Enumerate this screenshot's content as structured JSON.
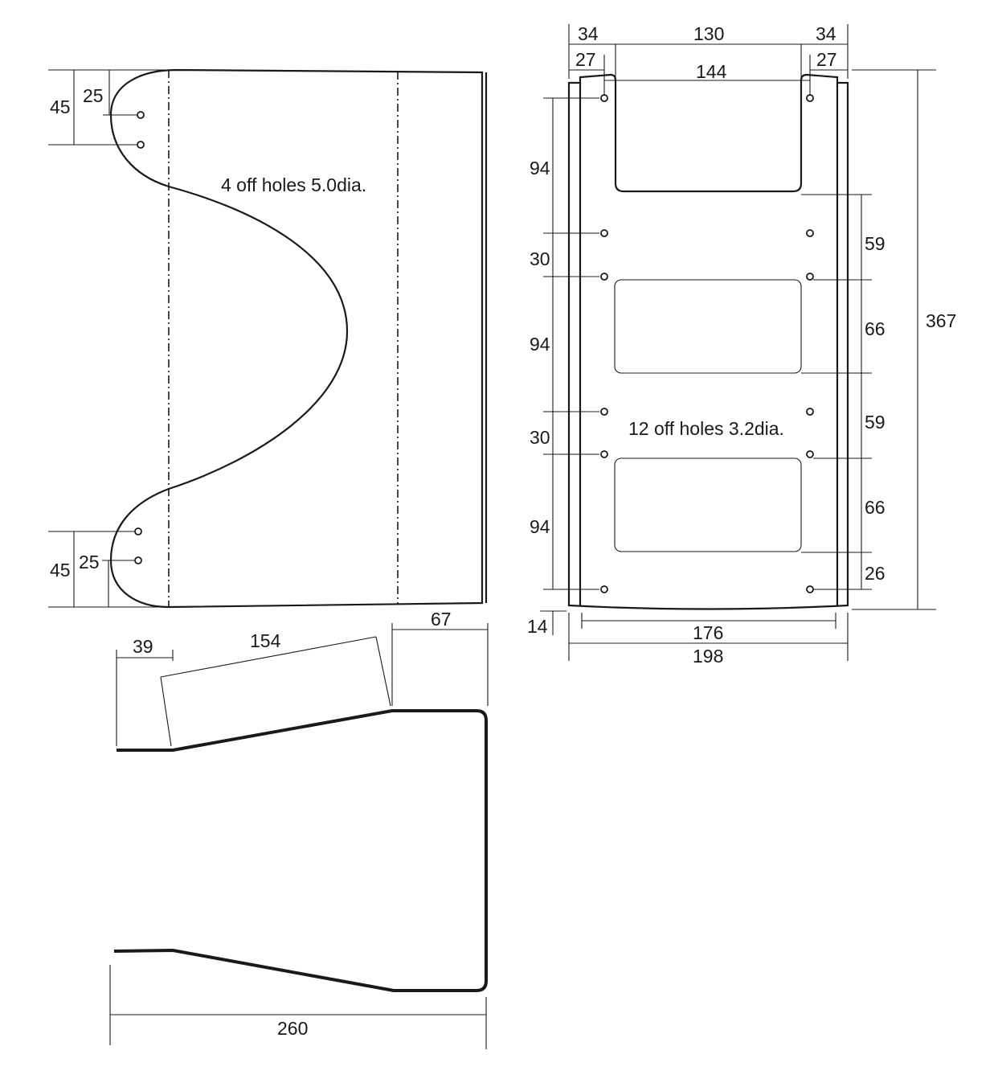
{
  "notes": {
    "flat_holes": "4 off holes 5.0dia.",
    "back_holes": "12 off holes 3.2dia."
  },
  "dims": {
    "flat_top_45": "45",
    "flat_top_25": "25",
    "flat_bot_45": "45",
    "flat_bot_25": "25",
    "back_34_left": "34",
    "back_130": "130",
    "back_34_right": "34",
    "back_27_left": "27",
    "back_144": "144",
    "back_27_right": "27",
    "back_94_a": "94",
    "back_30_a": "30",
    "back_94_b": "94",
    "back_30_b": "30",
    "back_94_c": "94",
    "back_59_a": "59",
    "back_66_a": "66",
    "back_59_b": "59",
    "back_66_b": "66",
    "back_26": "26",
    "back_367": "367",
    "back_14": "14",
    "back_176": "176",
    "back_198": "198",
    "side_39": "39",
    "side_154": "154",
    "side_67": "67",
    "side_260": "260"
  }
}
